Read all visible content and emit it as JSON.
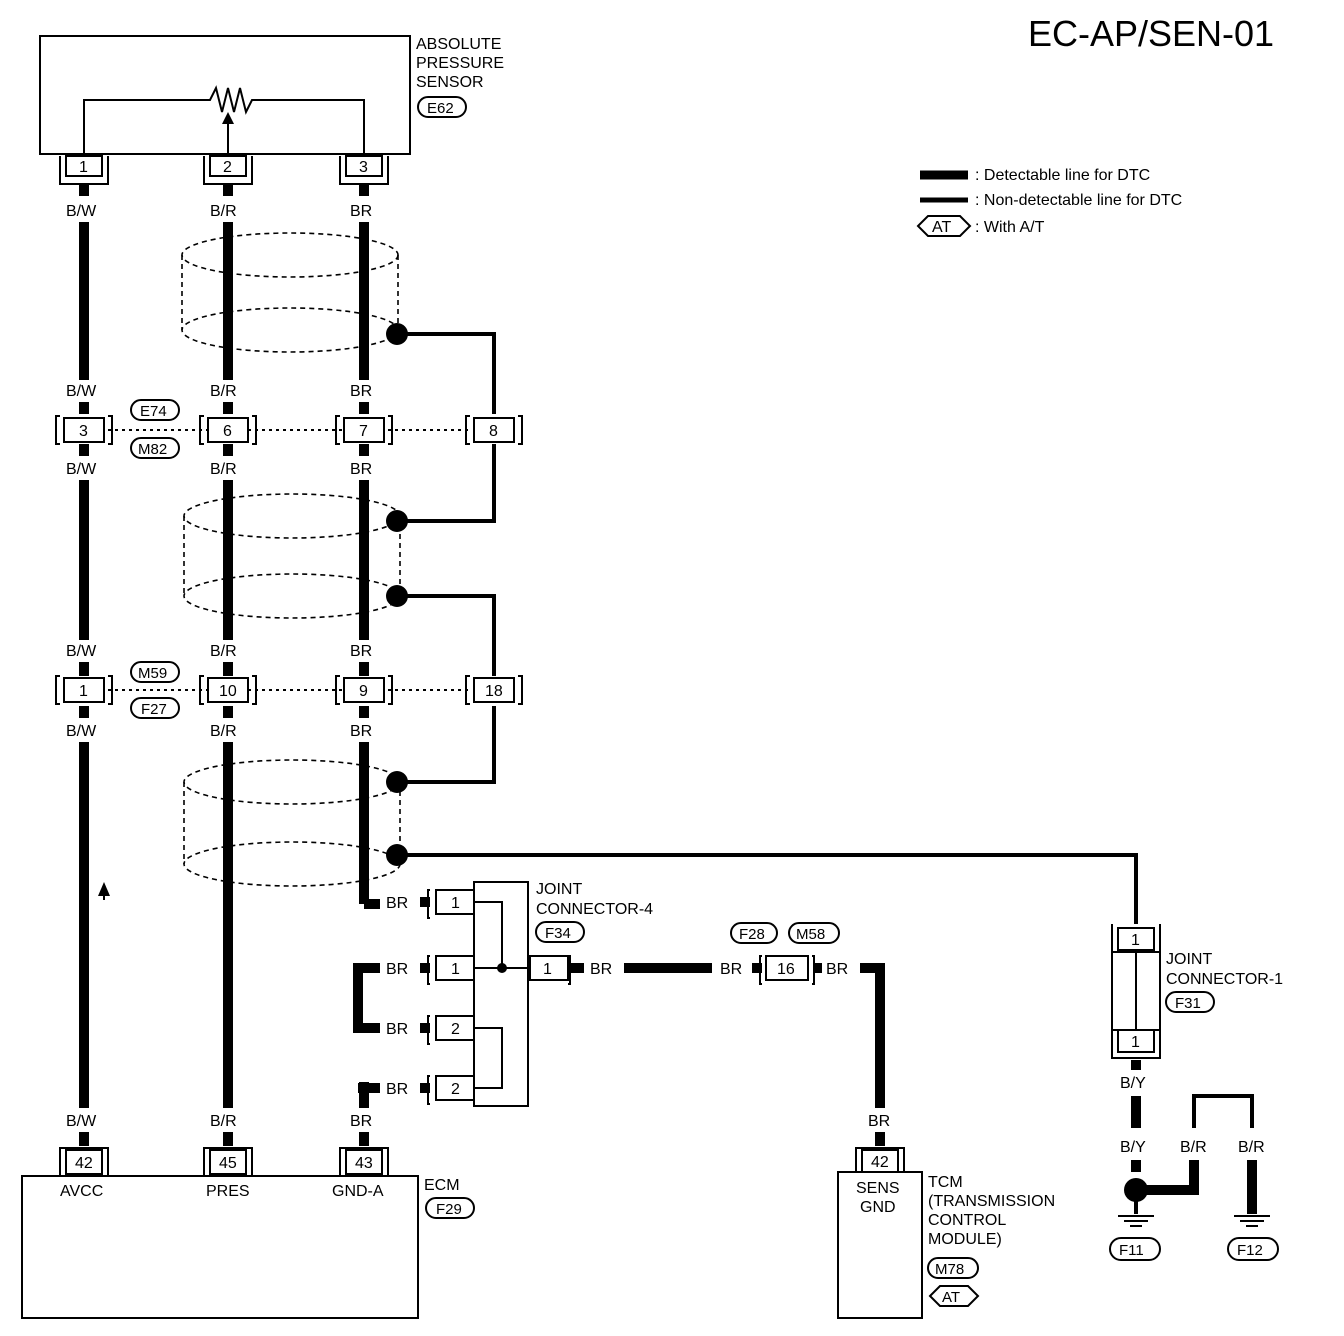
{
  "title": "EC-AP/SEN-01",
  "legend": {
    "detectable": ": Detectable line for DTC",
    "non_detectable": ": Non-detectable line for DTC",
    "at_symbol": "AT",
    "at_text": ": With A/T"
  },
  "sensor": {
    "name_line1": "ABSOLUTE",
    "name_line2": "PRESSURE",
    "name_line3": "SENSOR",
    "connector": "E62",
    "pins": [
      "1",
      "2",
      "3"
    ]
  },
  "wires": {
    "bw": "B/W",
    "br_slash": "B/R",
    "br": "BR",
    "by": "B/Y"
  },
  "connectors": {
    "e74": "E74",
    "m82": "M82",
    "m59": "M59",
    "f27": "F27",
    "row1_pins": [
      "3",
      "6",
      "7",
      "8"
    ],
    "row2_pins": [
      "1",
      "10",
      "9",
      "18"
    ],
    "f28": "F28",
    "m58": "M58",
    "f28_pin": "16"
  },
  "joint4": {
    "line1": "JOINT",
    "line2": "CONNECTOR-4",
    "connector": "F34",
    "pins_left": [
      "1",
      "1",
      "2",
      "2"
    ],
    "pin_right": "1"
  },
  "joint1": {
    "line1": "JOINT",
    "line2": "CONNECTOR-1",
    "connector": "F31",
    "pins": [
      "1",
      "1"
    ]
  },
  "ecm": {
    "name": "ECM",
    "connector": "F29",
    "pins": [
      "42",
      "45",
      "43"
    ],
    "terminals": [
      "AVCC",
      "PRES",
      "GND-A"
    ]
  },
  "tcm": {
    "pin": "42",
    "terminal_line1": "SENS",
    "terminal_line2": "GND",
    "name_line1": "TCM",
    "name_line2": "(TRANSMISSION",
    "name_line3": "CONTROL",
    "name_line4": "MODULE)",
    "connector": "M78",
    "at_symbol": "AT"
  },
  "grounds": {
    "f11": "F11",
    "f12": "F12"
  }
}
